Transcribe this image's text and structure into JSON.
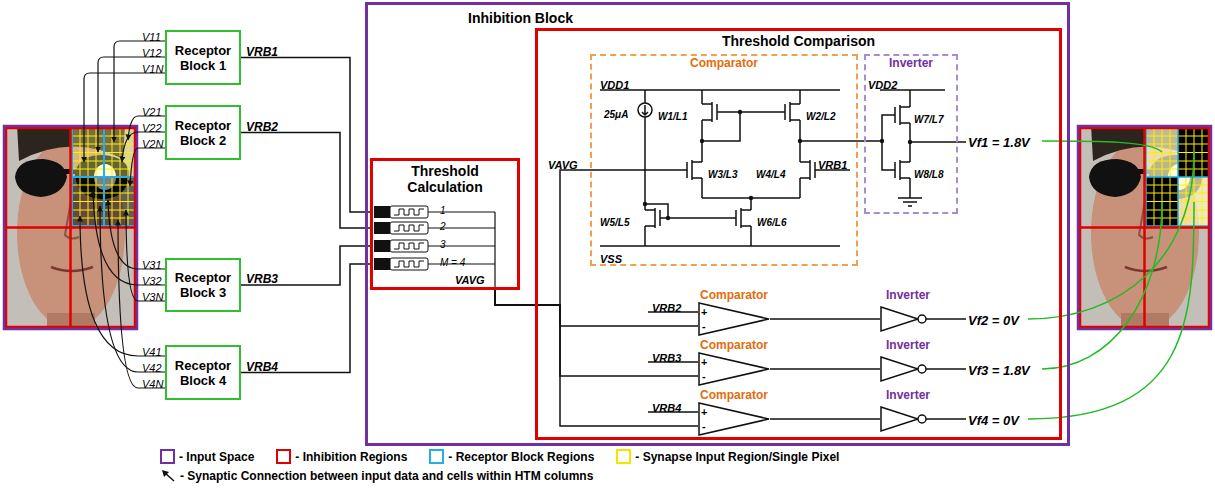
{
  "diagram": {
    "nodes": [
      {
        "text": [
          "Receptor Block 1"
        ]
      },
      {
        "text": [
          "Receptor Block 2"
        ]
      },
      {
        "text": [
          "Receptor Block 3"
        ]
      },
      {
        "text": [
          "Receptor Block 4"
        ]
      },
      {
        "text": [
          "Inhibition Block"
        ]
      },
      {
        "text": [
          "Threshold Calculation"
        ],
        "in": 4
      },
      {
        "text": [
          "Threshold Comparison"
        ],
        "in": 4
      },
      {
        "text": [
          "Comparator"
        ],
        "in": 6
      },
      {
        "text": [
          "Inverter"
        ],
        "in": 6
      },
      {
        "text": [
          "Comparator",
          "+",
          "-"
        ],
        "in": 6
      },
      {
        "text": [
          "Inverter"
        ],
        "in": 6
      },
      {
        "text": [
          "Comparator",
          "+",
          "-"
        ],
        "in": 6
      },
      {
        "text": [
          "Inverter"
        ],
        "in": 6
      },
      {
        "text": [
          "Comparator",
          "+",
          "-"
        ],
        "in": 6
      },
      {
        "text": [
          "Inverter"
        ],
        "in": 6
      }
    ],
    "edges": [
      {
        "from": 0,
        "to": 5,
        "label": "VRB1",
        "arrow": "none"
      },
      {
        "from": 1,
        "to": 5,
        "label": "VRB2",
        "arrow": "none"
      },
      {
        "from": 2,
        "to": 5,
        "label": "VRB3",
        "arrow": "none"
      },
      {
        "from": 3,
        "to": 5,
        "label": "VRB4",
        "arrow": "none"
      },
      {
        "from": 5,
        "to": 7,
        "arrow": "none"
      },
      {
        "from": 5,
        "to": 9,
        "arrow": "none"
      },
      {
        "from": 5,
        "to": 11,
        "arrow": "none"
      },
      {
        "from": 5,
        "to": 13,
        "arrow": "none"
      },
      {
        "from": 7,
        "to": 8,
        "arrow": "none"
      },
      {
        "from": 9,
        "to": 10,
        "arrow": "none"
      },
      {
        "from": 11,
        "to": 12,
        "arrow": "none"
      },
      {
        "from": 13,
        "to": 14,
        "arrow": "none"
      }
    ],
    "labels": [
      "V11",
      "V12",
      "V1N",
      "V21",
      "V22",
      "V2N",
      "V31",
      "V32",
      "V3N",
      "V41",
      "V42",
      "V4N",
      "1",
      "2",
      "3",
      "M = 4",
      "VAVG",
      "VAVG",
      "VDD1",
      "25μA",
      "W1/L1",
      "W2/L2",
      "W3/L3",
      "W4/L4",
      "VRB1",
      "W5/L5",
      "W6/L6",
      "VSS",
      "VDD2",
      "W7/L7",
      "W8/L8",
      "Vf1 = 1.8V",
      "VRB2",
      "Vf2 = 0V",
      "VRB3",
      "Vf3 = 1.8V",
      "VRB4",
      "Vf4 = 0V"
    ],
    "legend": [
      {
        "text": "- Input Space",
        "color": "#7030a0"
      },
      {
        "text": "- Inhibition Regions",
        "color": "#e00000"
      },
      {
        "text": "- Receptor Block Regions",
        "color": "#22aee6"
      },
      {
        "text": "- Synapse Input Region/Single Pixel",
        "color": "#f5e400"
      },
      {
        "text": "- Synaptic Connection between input data and cells within HTM columns"
      }
    ]
  }
}
